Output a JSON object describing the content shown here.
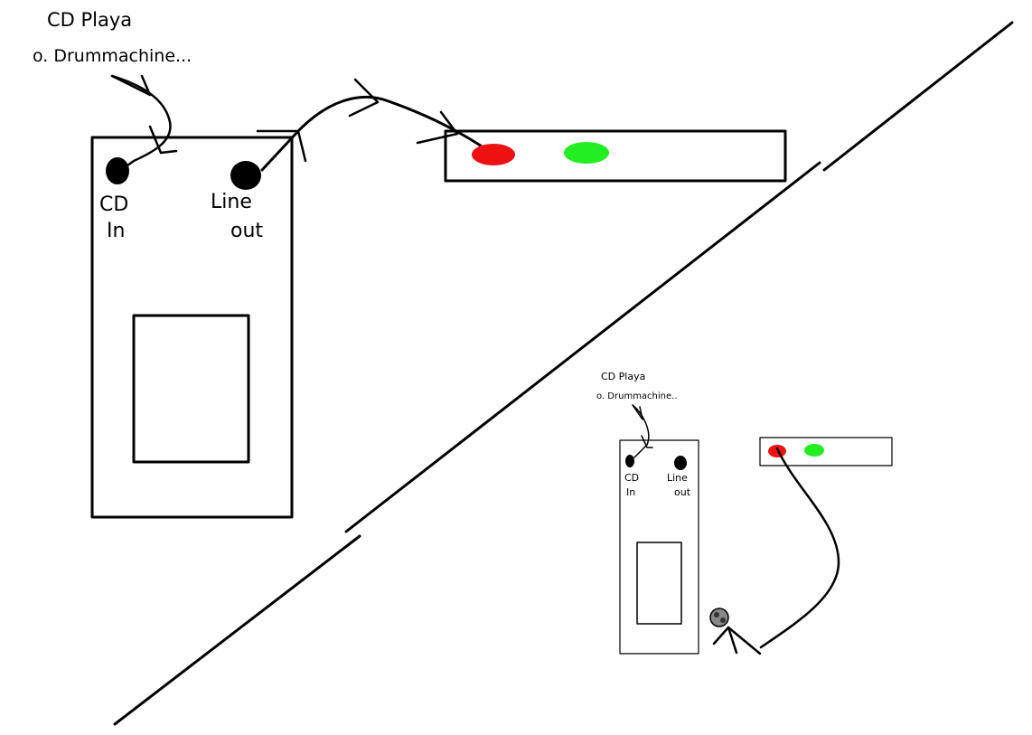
{
  "source_label": {
    "line1": "CD Playa",
    "line2": "o. Drummachine..."
  },
  "source_label_small": {
    "line1": "CD Playa",
    "line2": "o. Drummachine.."
  },
  "device": {
    "port_in_line1": "CD",
    "port_in_line2": "In",
    "port_out_line1": "Line",
    "port_out_line2": "out"
  },
  "colors": {
    "ink": "#000000",
    "red_led": "#ee1111",
    "green_led": "#22ee22",
    "background": "#ffffff"
  }
}
